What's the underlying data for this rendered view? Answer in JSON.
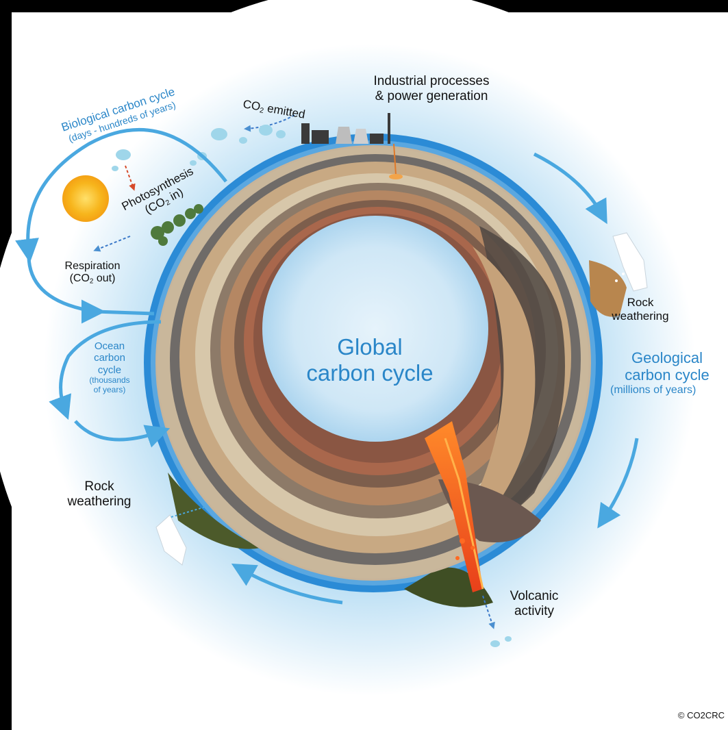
{
  "center": {
    "line1": "Global",
    "line2": "carbon cycle"
  },
  "industrial": {
    "line1": "Industrial processes",
    "line2": "& power generation"
  },
  "co2_emitted": {
    "prefix": "CO",
    "sub": "2",
    "suffix": " emitted"
  },
  "biological": {
    "title": "Biological carbon cycle",
    "subtitle": "(days - hundreds of years)"
  },
  "photosynthesis": {
    "line1": "Photosynthesis",
    "line2_prefix": "(CO",
    "line2_sub": "2",
    "line2_suffix": " in)"
  },
  "respiration": {
    "line1": "Respiration",
    "line2_prefix": "(CO",
    "line2_sub": "2",
    "line2_suffix": " out)"
  },
  "ocean": {
    "line1": "Ocean",
    "line2": "carbon",
    "line3": "cycle",
    "line4": "(thousands",
    "line5": "of years)"
  },
  "rock_weathering_left": {
    "line1": "Rock",
    "line2": "weathering"
  },
  "rock_weathering_right": {
    "line1": "Rock",
    "line2": "weathering"
  },
  "geological": {
    "line1": "Geological",
    "line2": "carbon cycle",
    "line3": "(millions of years)"
  },
  "volcanic": {
    "line1": "Volcanic",
    "line2": "activity"
  },
  "copyright": "© CO2CRC",
  "colors": {
    "bg_glow": "#9fd0ef",
    "arrow_blue": "#4aa8e0",
    "label_blue": "#2a86c8",
    "ocean_blue": "#2b8bd6",
    "lava": "#f25a1a",
    "sun": "#f7b51c"
  }
}
